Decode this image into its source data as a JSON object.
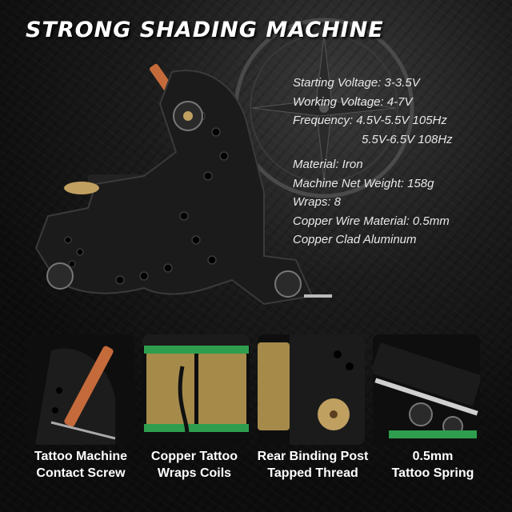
{
  "title": "STRONG SHADING MACHINE",
  "specs": [
    "Starting Voltage: 3-3.5V",
    "Working Voltage: 4-7V",
    "Frequency: 4.5V-5.5V 105Hz",
    "5.5V-6.5V 108Hz",
    "Material: Iron",
    "Machine Net Weight: 158g",
    "Wraps: 8",
    "Copper Wire Material: 0.5mm",
    "Copper Clad Aluminum"
  ],
  "features": [
    {
      "line1": "Tattoo Machine",
      "line2": "Contact Screw"
    },
    {
      "line1": "Copper Tattoo",
      "line2": "Wraps Coils"
    },
    {
      "line1": "Rear Binding Post",
      "line2": "Tapped Thread"
    },
    {
      "line1": "0.5mm",
      "line2": "Tattoo Spring"
    }
  ],
  "colors": {
    "frame": "#1b1b1b",
    "coil_brass": "#a58a4a",
    "coil_green": "#2e9e4e",
    "copper": "#c56a3a",
    "text": "#ffffff"
  },
  "icons": [
    "compass-watermark",
    "tattoo-machine",
    "contact-screw",
    "coils",
    "binding-post",
    "spring"
  ]
}
